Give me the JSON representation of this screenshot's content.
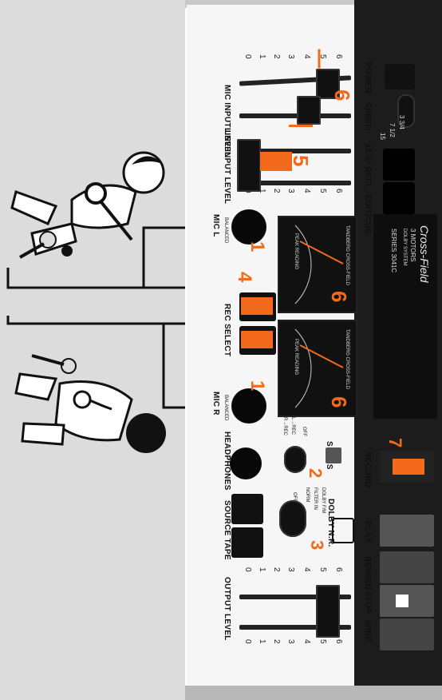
{
  "deck": {
    "power": "POWER",
    "speed": "SPEED",
    "speed_values": [
      "3 3/4",
      "7 1/2",
      "15"
    ],
    "reel": "10½\" REEL",
    "edit_cue": "EDIT/CUE",
    "brand_script": "Cross-Field",
    "brand_motors": "3 MOTORS",
    "brand_dolby": "DOLBY SYSTEM",
    "brand_series": "SERIES 3041C",
    "record": "RECORD",
    "play": "PLAY",
    "rewind": "REWIND",
    "stop": "STOP",
    "wind": "WIND",
    "mic_input_level": "MIC INPUT LEVEL",
    "line_input_level": "LINE INPUT LEVEL",
    "output_level": "OUTPUT LEVEL",
    "balanced_mic_l": "MIC L",
    "balanced_mic_r": "MIC R",
    "balanced": "BALANCED",
    "rec_select": "REC SELECT",
    "headphones": "HEADPHONES",
    "source_tape": "SOURCE TAPE",
    "dolby_nr": "DOLBY N.R.",
    "dolby_options": [
      "OFF",
      "NORM",
      "FILTER IN",
      "DOLBY F/M"
    ],
    "sons": "S ON S",
    "sons_options": [
      "OFF",
      "L→REC",
      "R→REC"
    ],
    "meter_brand": "TANDBERG CROSS-FIELD",
    "meter_peak": "PEAK READING",
    "lr": [
      "L",
      "R"
    ],
    "scale_top": [
      "0",
      "1",
      "2",
      "3",
      "4",
      "5",
      "6"
    ],
    "scale_bottom": [
      "0",
      "1",
      "2",
      "3",
      "4",
      "5",
      "6"
    ]
  },
  "callouts": {
    "c1a": "1",
    "c1b": "1",
    "c2": "2",
    "c3": "3",
    "c4": "4",
    "c5": "5",
    "c6a": "6",
    "c6b": "6",
    "c6c": "6",
    "c7": "7"
  },
  "colors": {
    "accent": "#f36a1c",
    "panel": "#f6f6f6",
    "black": "#1c1c1c"
  }
}
